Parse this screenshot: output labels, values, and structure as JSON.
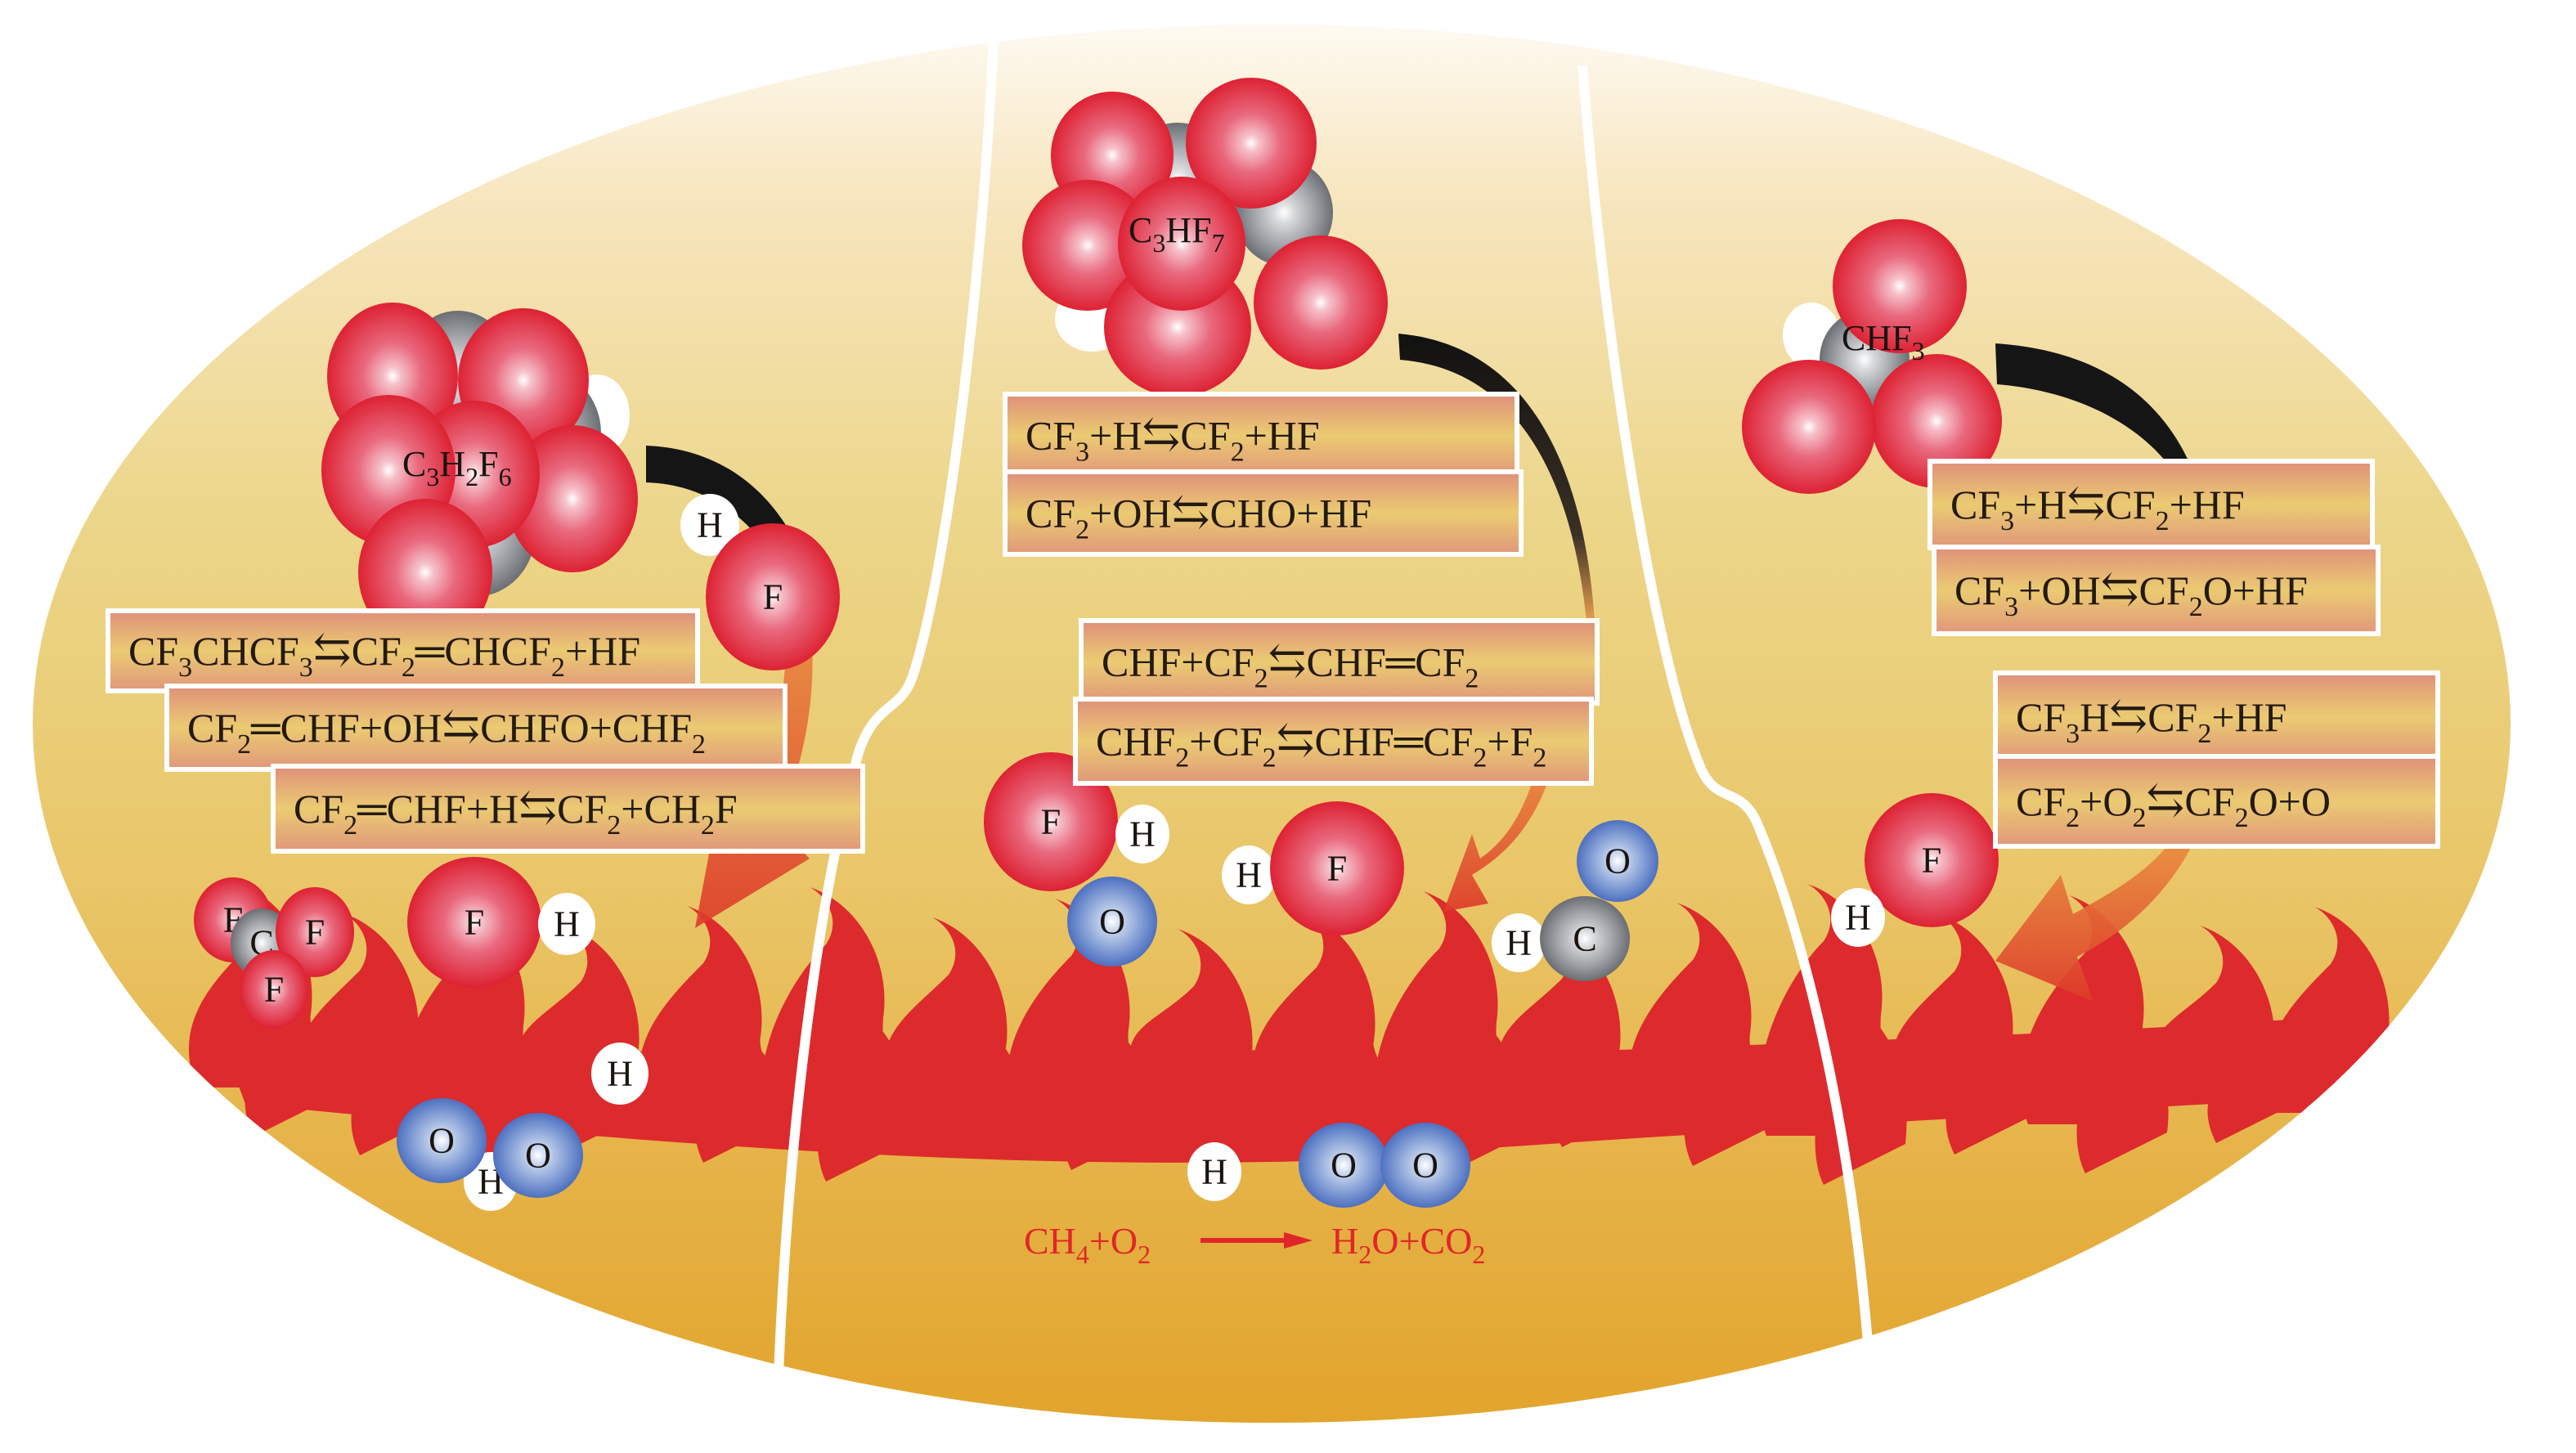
{
  "diagram": {
    "title": "Flame inhibition mechanisms of fluorinated suppressants in methane combustion",
    "colors": {
      "background_top": "#fdf4e3",
      "background_mid": "#ead27a",
      "background_bottom": "#e3a832",
      "flame": "#dd2a2c",
      "fluorine_atom": "#e0293b",
      "carbon_atom": "#8a8d92",
      "oxygen_atom": "#5a7ec7",
      "hydrogen_atom": "#ffffff",
      "reaction_box_edge": "#e0957a",
      "reaction_box_center": "#ebc873",
      "curved_arrow": "#e0532e",
      "combustion_text": "#e0262a",
      "divider": "#ffffff"
    },
    "panels": [
      {
        "name": "panel-left",
        "molecule": {
          "formula_parts": [
            "C",
            "3",
            "H",
            "2",
            "F",
            "6"
          ],
          "name": "C3H2F6"
        },
        "reactions": [
          {
            "id": "rxn-l1",
            "parts": [
              [
                "CF",
                "n"
              ],
              [
                "3",
                "s"
              ],
              [
                "CHCF",
                "n"
              ],
              [
                "3",
                "s"
              ],
              [
                "⇆",
                "a"
              ],
              [
                "CF",
                "n"
              ],
              [
                "2",
                "s"
              ],
              [
                "═CHCF",
                "n"
              ],
              [
                "2",
                "s"
              ],
              [
                "+HF",
                "n"
              ]
            ]
          },
          {
            "id": "rxn-l2",
            "parts": [
              [
                "CF",
                "n"
              ],
              [
                "2",
                "s"
              ],
              [
                "═CHF+OH",
                "n"
              ],
              [
                "⇆",
                "a"
              ],
              [
                "CHFO+CHF",
                "n"
              ],
              [
                "2",
                "s"
              ]
            ]
          },
          {
            "id": "rxn-l3",
            "parts": [
              [
                "CF",
                "n"
              ],
              [
                "2",
                "s"
              ],
              [
                "═CHF+H",
                "n"
              ],
              [
                "⇆",
                "a"
              ],
              [
                "CF",
                "n"
              ],
              [
                "2",
                "s"
              ],
              [
                "+CH",
                "n"
              ],
              [
                "2",
                "s"
              ],
              [
                "F",
                "n"
              ]
            ]
          }
        ]
      },
      {
        "name": "panel-center",
        "molecule": {
          "formula_parts": [
            "C",
            "3",
            "H",
            "",
            "F",
            "7"
          ],
          "name": "C3HF7"
        },
        "reactions": [
          {
            "id": "rxn-c1",
            "parts": [
              [
                "CF",
                "n"
              ],
              [
                "3",
                "s"
              ],
              [
                "+H",
                "n"
              ],
              [
                "⇆",
                "a"
              ],
              [
                "CF",
                "n"
              ],
              [
                "2",
                "s"
              ],
              [
                "+HF",
                "n"
              ]
            ]
          },
          {
            "id": "rxn-c2",
            "parts": [
              [
                "CF",
                "n"
              ],
              [
                "2",
                "s"
              ],
              [
                "+OH",
                "n"
              ],
              [
                "⇆",
                "a"
              ],
              [
                "CHO+HF",
                "n"
              ]
            ]
          },
          {
            "id": "rxn-c3",
            "parts": [
              [
                "CHF+CF",
                "n"
              ],
              [
                "2",
                "s"
              ],
              [
                "⇆",
                "a"
              ],
              [
                "CHF═CF",
                "n"
              ],
              [
                "2",
                "s"
              ]
            ]
          },
          {
            "id": "rxn-c4",
            "parts": [
              [
                "CHF",
                "n"
              ],
              [
                "2",
                "s"
              ],
              [
                "+CF",
                "n"
              ],
              [
                "2",
                "s"
              ],
              [
                "⇆",
                "a"
              ],
              [
                "CHF═CF",
                "n"
              ],
              [
                "2",
                "s"
              ],
              [
                "+F",
                "n"
              ],
              [
                "2",
                "s"
              ]
            ]
          }
        ],
        "combustion": {
          "reactants": [
            [
              "CH",
              "n"
            ],
            [
              "4",
              "s"
            ],
            [
              "+O",
              "n"
            ],
            [
              "2",
              "s"
            ]
          ],
          "products": [
            [
              "H",
              "n"
            ],
            [
              "2",
              "s"
            ],
            [
              "O+CO",
              "n"
            ],
            [
              "2",
              "s"
            ]
          ]
        }
      },
      {
        "name": "panel-right",
        "molecule": {
          "formula_parts": [
            "CHF",
            "3"
          ],
          "name": "CHF3"
        },
        "reactions": [
          {
            "id": "rxn-r1",
            "parts": [
              [
                "CF",
                "n"
              ],
              [
                "3",
                "s"
              ],
              [
                "+H",
                "n"
              ],
              [
                "⇆",
                "a"
              ],
              [
                "CF",
                "n"
              ],
              [
                "2",
                "s"
              ],
              [
                "+HF",
                "n"
              ]
            ]
          },
          {
            "id": "rxn-r2",
            "parts": [
              [
                "CF",
                "n"
              ],
              [
                "3",
                "s"
              ],
              [
                "+OH",
                "n"
              ],
              [
                "⇆",
                "a"
              ],
              [
                "CF",
                "n"
              ],
              [
                "2",
                "s"
              ],
              [
                "O+HF",
                "n"
              ]
            ]
          },
          {
            "id": "rxn-r3",
            "parts": [
              [
                "CF",
                "n"
              ],
              [
                "3",
                "s"
              ],
              [
                "H",
                "n"
              ],
              [
                "⇆",
                "a"
              ],
              [
                "CF",
                "n"
              ],
              [
                "2",
                "s"
              ],
              [
                "+HF",
                "n"
              ]
            ]
          },
          {
            "id": "rxn-r4",
            "parts": [
              [
                "CF",
                "n"
              ],
              [
                "2",
                "s"
              ],
              [
                "+O",
                "n"
              ],
              [
                "2",
                "s"
              ],
              [
                "⇆",
                "a"
              ],
              [
                "CF",
                "n"
              ],
              [
                "2",
                "s"
              ],
              [
                "O+O",
                "n"
              ]
            ]
          }
        ]
      }
    ],
    "atom_labels": {
      "F": "F",
      "H": "H",
      "O": "O",
      "C": "C"
    }
  }
}
